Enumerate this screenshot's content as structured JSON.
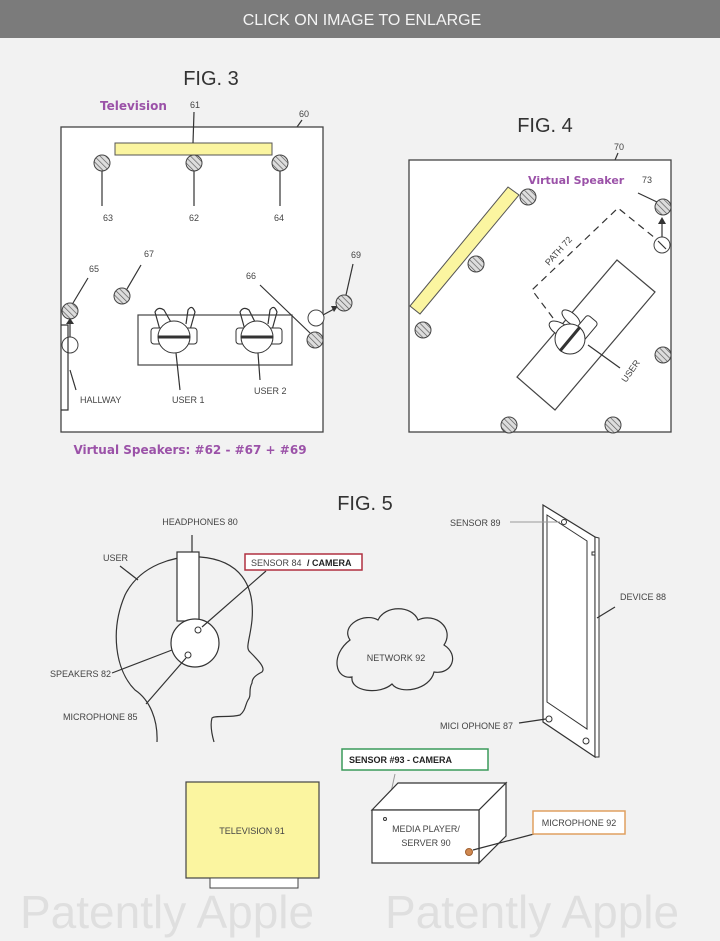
{
  "banner": {
    "text": "CLICK ON IMAGE TO ENLARGE"
  },
  "watermark": "Patently Apple",
  "fig3": {
    "title": "FIG. 3",
    "tv_label": "Television",
    "tv_ref": "61",
    "room_ref": "60",
    "speaker_refs": [
      "63",
      "62",
      "64"
    ],
    "ref65": "65",
    "ref66": "66",
    "ref67": "67",
    "ref69": "69",
    "hallway": "HALLWAY",
    "user1": "USER 1",
    "user2": "USER 2",
    "caption": "Virtual Speakers: #62 - #67 + #69"
  },
  "fig4": {
    "title": "FIG. 4",
    "room_ref": "70",
    "virtual_speaker": "Virtual Speaker",
    "virtual_speaker_ref": "73",
    "path": "PATH 72",
    "user": "USER"
  },
  "fig5": {
    "title": "FIG. 5",
    "headphones": "HEADPHONES 80",
    "user": "USER",
    "sensor84": "SENSOR 84",
    "sensor84_camera": "/ CAMERA",
    "speakers": "SPEAKERS 82",
    "microphone85": "MICROPHONE 85",
    "network": "NETWORK 92",
    "sensor89": "SENSOR 89",
    "device": "DEVICE 88",
    "microphone87": "MICI OPHONE 87",
    "sensor93": "SENSOR #93 - CAMERA",
    "media_player_1": "MEDIA PLAYER/",
    "media_player_2": "SERVER 90",
    "microphone92": "MICROPHONE 92",
    "television": "TELEVISION 91"
  },
  "colors": {
    "purple": "#9b52a8",
    "tv_yellow": "#fbf5a0",
    "red_box": "#b03040",
    "green_box": "#3a9a5a",
    "orange_box": "#e0a060"
  }
}
